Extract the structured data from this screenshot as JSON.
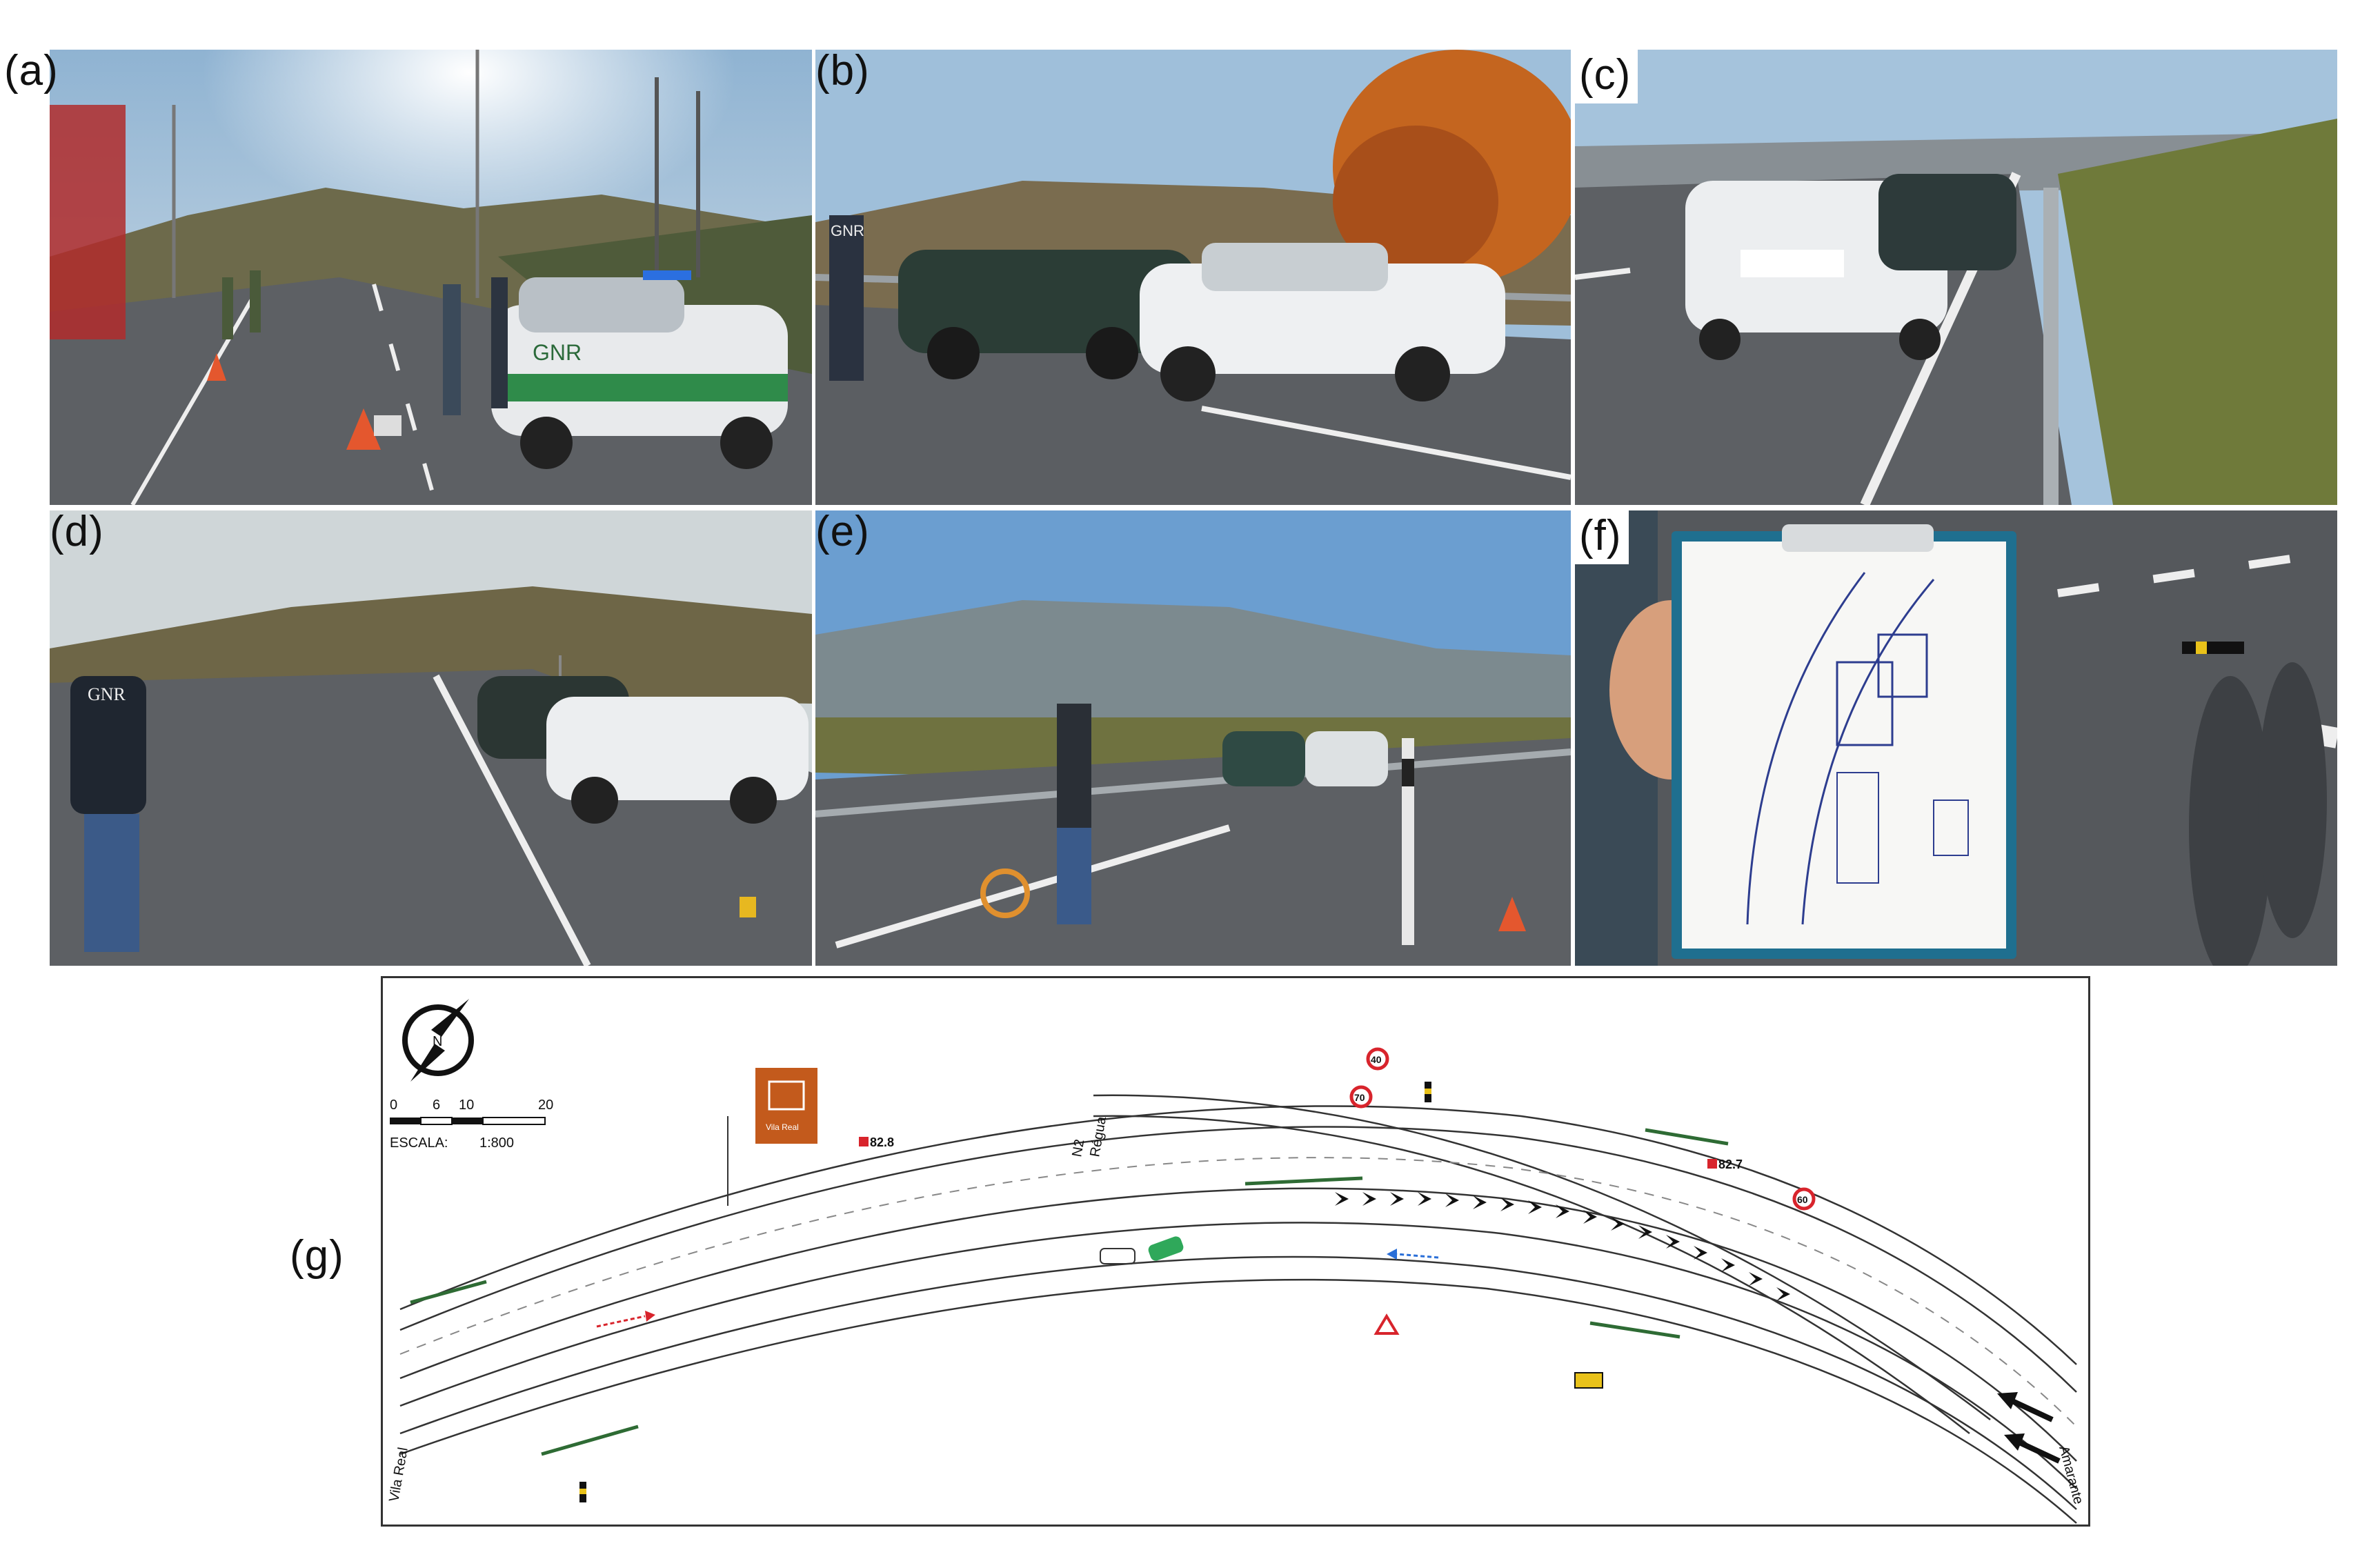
{
  "panels": [
    {
      "label": "(a)",
      "patch": "GNR"
    },
    {
      "label": "(b)",
      "patch": "GNR"
    },
    {
      "label": "(c)"
    },
    {
      "label": "(d)",
      "patch": "GNR"
    },
    {
      "label": "(e)"
    },
    {
      "label": "(f)"
    },
    {
      "label": "(g)"
    }
  ],
  "map": {
    "scale_title": "ESCALA:",
    "scale_ratio": "1:800",
    "scale_ticks": [
      "0",
      "6",
      "10",
      "20"
    ],
    "road_left": "Vila Real",
    "road_top_a": "N2",
    "road_top_b": "Régua",
    "road_right": "Amarante",
    "km_a": "82.8",
    "km_b": "82.7",
    "speed_a": "40",
    "speed_b": "70",
    "speed_c": "60",
    "sign_text": "Vila Real"
  },
  "colors": {
    "gnr_green": "#1f7a3a",
    "asphalt": "#5c5f63",
    "sky": "#a9c6dd",
    "sign_brown": "#c35a1c",
    "sign_red": "#d8242c"
  }
}
